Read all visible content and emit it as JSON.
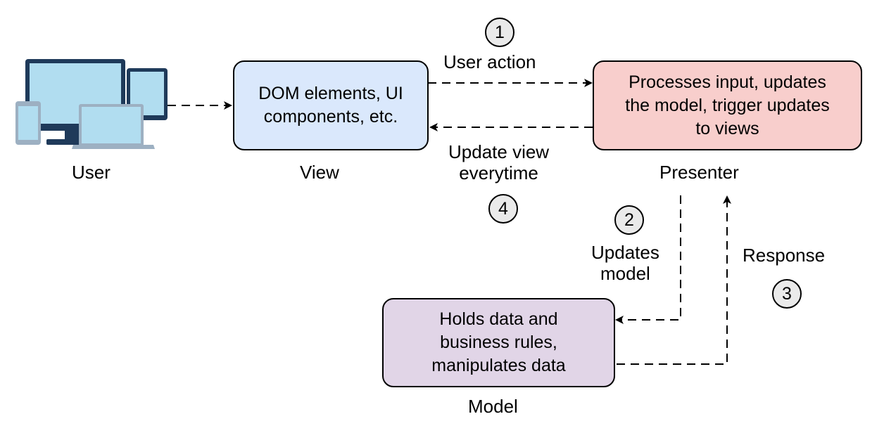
{
  "colors": {
    "view_fill": "#dae8fc",
    "presenter_fill": "#f8cecc",
    "model_fill": "#e1d5e7",
    "step_badge_fill": "#eaeaea",
    "device_screen": "#b1ddf0",
    "device_frame": "#1f3a5a"
  },
  "icons": [
    "devices-icon"
  ],
  "user": {
    "label": "User"
  },
  "view": {
    "lines": [
      "DOM elements, UI",
      "components, etc."
    ],
    "label": "View"
  },
  "presenter": {
    "lines": [
      "Processes input, updates",
      "the model, trigger updates",
      "to views"
    ],
    "label": "Presenter"
  },
  "model": {
    "lines": [
      "Holds data and",
      "business rules,",
      "manipulates data"
    ],
    "label": "Model"
  },
  "steps": {
    "s1": {
      "number": "1",
      "label": "User action"
    },
    "s2": {
      "number": "2",
      "label_lines": [
        "Updates",
        "model"
      ]
    },
    "s3": {
      "number": "3",
      "label": "Response"
    },
    "s4": {
      "number": "4",
      "label_lines": [
        "Update view",
        "everytime"
      ]
    }
  }
}
